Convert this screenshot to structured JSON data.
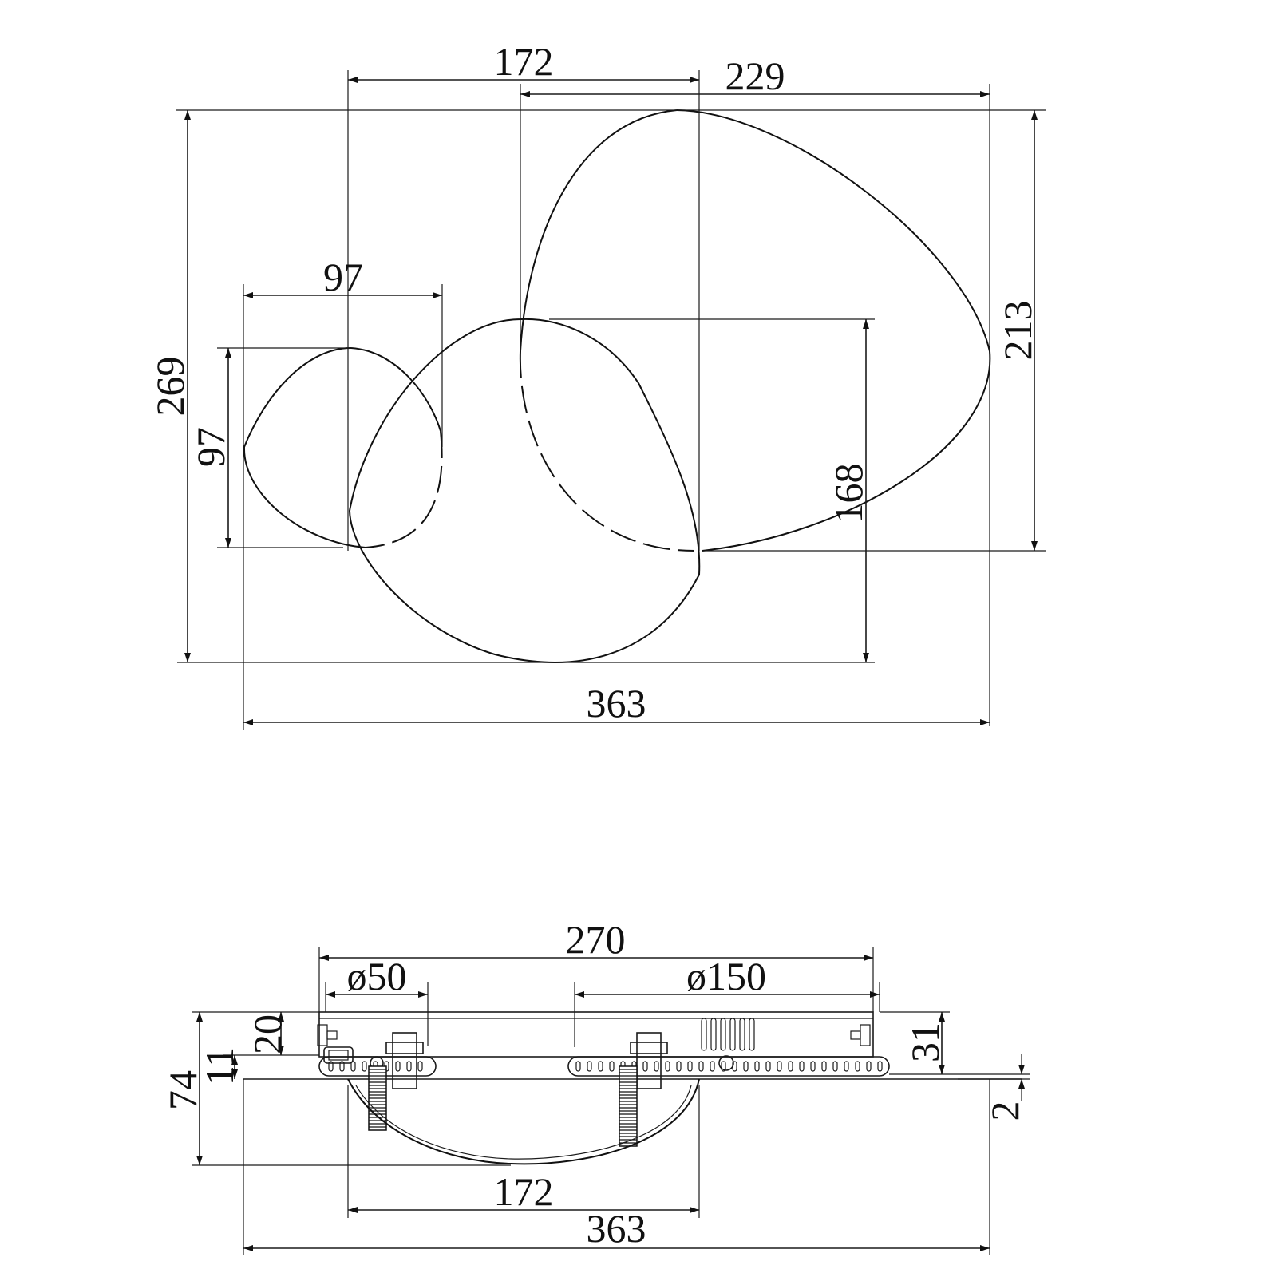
{
  "top_view": {
    "dimensions": {
      "d172": "172",
      "d229": "229",
      "d97_h": "97",
      "d97_v": "97",
      "d269": "269",
      "d213": "213",
      "d168": "168",
      "d363": "363"
    }
  },
  "side_view": {
    "dimensions": {
      "d270": "270",
      "d50": "ø50",
      "d150": "ø150",
      "d20": "20",
      "d11": "11",
      "d74": "74",
      "d31": "31",
      "d2": "2",
      "d172": "172",
      "d363": "363"
    }
  }
}
